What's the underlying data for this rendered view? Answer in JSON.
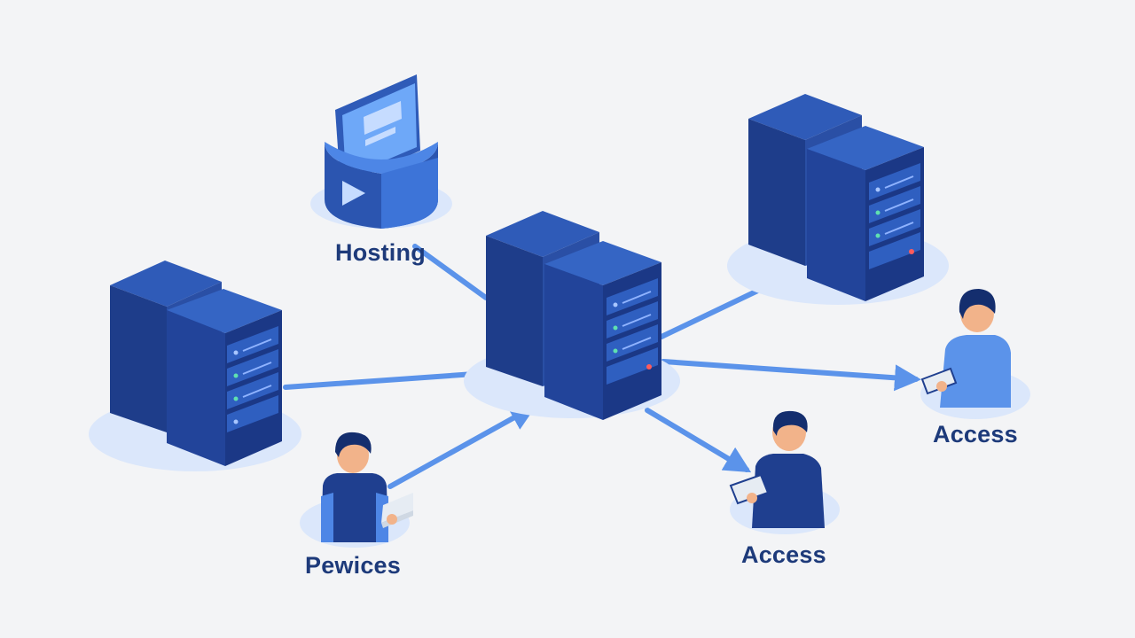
{
  "labels": {
    "hosting": "Hosting",
    "devices": "Pewices",
    "access_1": "Access",
    "access_2": "Access"
  },
  "colors": {
    "background": "#f3f4f6",
    "server_dark": "#1f3f8f",
    "server_mid": "#2b55b0",
    "server_light": "#3a69c7",
    "connector": "#5b93ea",
    "shadow": "#dbe7fb",
    "label": "#1d3a7a",
    "led_green": "#5fe0b0",
    "led_red": "#ff5b5b"
  },
  "icons": [
    "server-rack-icon",
    "hosting-drive-icon",
    "user-laptop-icon",
    "user-tablet-icon"
  ]
}
